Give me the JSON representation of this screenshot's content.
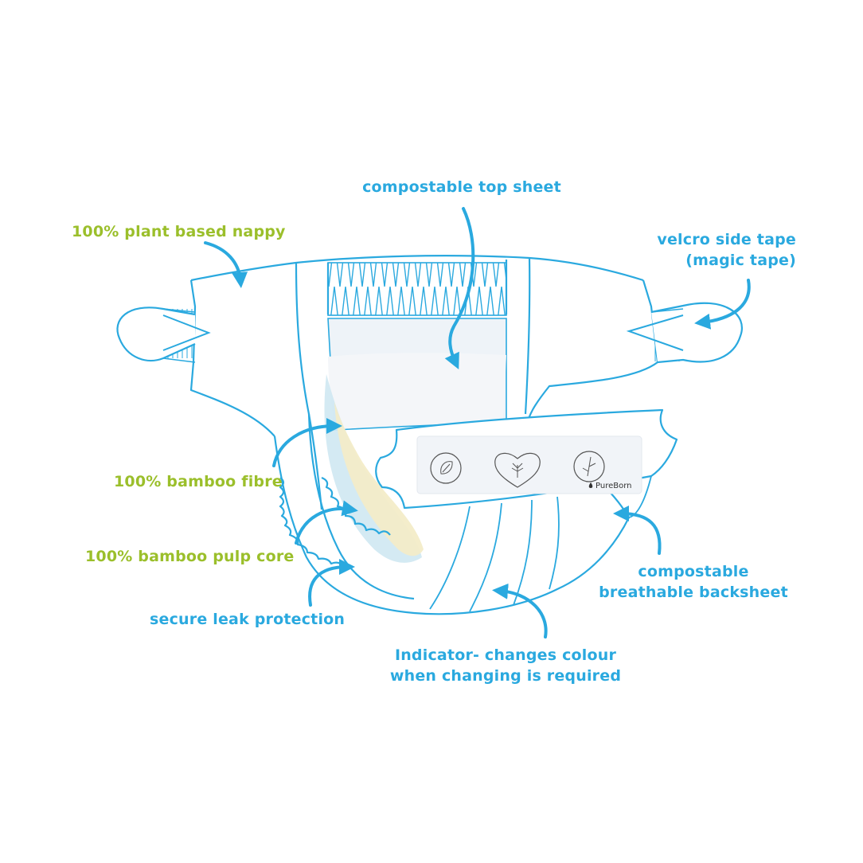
{
  "labels": {
    "top_sheet": "compostable top sheet",
    "plant_based": "100% plant based nappy",
    "velcro_line1": "velcro side tape",
    "velcro_line2": "(magic tape)",
    "bamboo_fibre": "100% bamboo fibre",
    "bamboo_pulp": "100% bamboo pulp core",
    "leak_protection": "secure leak protection",
    "backsheet_line1": "compostable",
    "backsheet_line2": "breathable backsheet",
    "indicator_line1": "Indicator- changes colour",
    "indicator_line2": "when changing is required"
  },
  "panel": {
    "brand": "PureBorn"
  },
  "icons": {
    "stamp_left": "leaf-stamp-icon",
    "stamp_middle": "tree-heart-stamp-icon",
    "stamp_right": "bamboo-stamp-icon",
    "brand_mark": "droplet-icon"
  },
  "colors": {
    "outline": "#2aa9df",
    "arrow": "#2aa9df",
    "green_text": "#9bbf2b",
    "blue_text": "#2aa9df",
    "pad_fill": "#eef3f8",
    "core_tint": "#f3ecc8",
    "fibre_tint": "#cfe8f2"
  }
}
